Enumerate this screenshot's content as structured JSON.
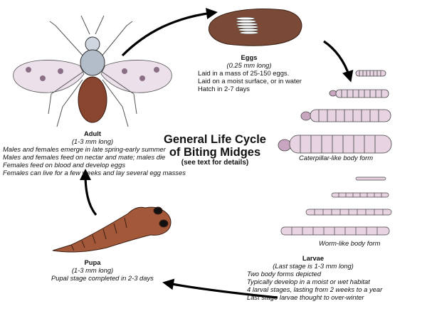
{
  "title": {
    "line1": "General Life Cycle",
    "line2": "of Biting Midges",
    "subtitle": "(see text for details)"
  },
  "eggs": {
    "heading": "Eggs",
    "size": "(0.25 mm long)",
    "lines": [
      "Laid in a mass of 25-150 eggs.",
      "Laid on a moist surface, or in water",
      "Hatch in 2-7 days"
    ]
  },
  "larvae": {
    "caterpillar_caption": "Caterpillar-like body form",
    "worm_caption": "Worm-like body form",
    "heading": "Larvae",
    "size": "(Last stage is 1-3 mm long)",
    "lines": [
      "Two body forms depicted",
      "Typically develop in a moist or wet habitat",
      "4 larval stages, lasting from 2 weeks to a year",
      "Last stage larvae thought to over-winter"
    ]
  },
  "pupa": {
    "heading": "Pupa",
    "size": "(1-3 mm long)",
    "lines": [
      "Pupal stage completed in 2-3 days"
    ]
  },
  "adult": {
    "heading": "Adult",
    "size": "(1-3 mm long)",
    "lines": [
      "Males and females emerge in late spring-early summer",
      "Males and females feed on nectar and mate; males die",
      "Females feed on blood and develop eggs",
      "Females can live for a few weeks and lay several egg masses"
    ]
  },
  "colors": {
    "egg_mass": "#7a4a36",
    "larva": "#e7d3e2",
    "pupa": "#a4583a",
    "adult_body": "#8a4530",
    "wing": "#ece0ea",
    "arrow": "#000000"
  }
}
